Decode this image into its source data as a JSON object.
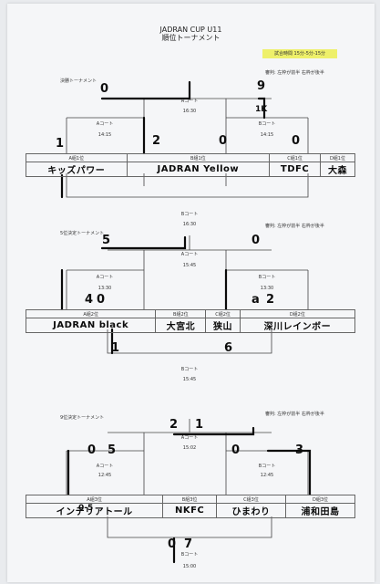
{
  "header": {
    "title": "JADRAN CUP U11",
    "subtitle": "順位トーナメント"
  },
  "time_tag": "試合時間 15分-5分-15分",
  "sections": [
    {
      "label": "決勝トーナメント",
      "rule": "審判: 左枠が前半 右枠が後半",
      "final_court": "Aコート",
      "final_time": "16:30",
      "left_court": "Aコート",
      "left_time": "14:15",
      "right_court": "Bコート",
      "right_time": "14:15",
      "bottom_court": "Bコート",
      "bottom_time": "16:30",
      "headers": [
        "A組1位",
        "B組1位",
        "C組1位",
        "D組1位"
      ],
      "teams": [
        "キッズパワー",
        "JADRAN Yellow",
        "TDFC",
        "大森"
      ],
      "scores": {
        "final_top": "0",
        "final_right": "9",
        "left_l": "1",
        "left_r": "2",
        "right_l": "0",
        "right_r": "0",
        "right_pk": "1K"
      }
    },
    {
      "label": "5位決定トーナメント",
      "rule": "審判: 左枠が前半 右枠が後半",
      "final_court": "Aコート",
      "final_time": "15:45",
      "left_court": "Aコート",
      "left_time": "13:30",
      "right_court": "Bコート",
      "right_time": "13:30",
      "bottom_court": "Bコート",
      "bottom_time": "15:45",
      "headers": [
        "A組2位",
        "B組2位",
        "C組2位",
        "D組2位"
      ],
      "teams": [
        "JADRAN black",
        "大宮北",
        "狭山",
        "深川レインボー"
      ],
      "scores": {
        "top_l": "5",
        "top_r": "0",
        "left_l": "4",
        "left_r": "0",
        "right_l": "a",
        "right_r": "2",
        "bottom_l": "1",
        "bottom_r": "6"
      }
    },
    {
      "label": "9位決定トーナメント",
      "rule": "審判: 左枠が前半 右枠が後半",
      "final_court": "Aコート",
      "final_time": "15:02",
      "left_court": "Aコート",
      "left_time": "12:45",
      "right_court": "Bコート",
      "right_time": "12:45",
      "bottom_court": "Bコート",
      "bottom_time": "15:00",
      "headers": [
        "A組3位",
        "B組3位",
        "C組3位",
        "D組3位"
      ],
      "teams": [
        "インテリアトール",
        "NKFC",
        "ひまわり",
        "浦和田島"
      ],
      "scores": {
        "top_l": "2",
        "top_r": "1",
        "left_l": "0",
        "left_r": "5",
        "right_l": "0",
        "right_r": "3",
        "mid": "0-5",
        "bottom_l": "0",
        "bottom_r": "7"
      }
    }
  ]
}
